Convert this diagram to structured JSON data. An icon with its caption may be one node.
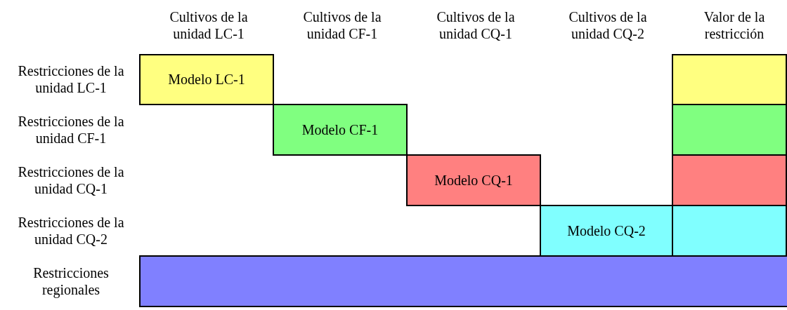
{
  "diagram": {
    "nodes": [
      {
        "text": [
          "Modelo LC-1"
        ]
      },
      {
        "text": [],
        "shape": "box"
      },
      {
        "text": [
          "Modelo CF-1"
        ]
      },
      {
        "text": [],
        "shape": "box"
      },
      {
        "text": [
          "Modelo CQ-1"
        ]
      },
      {
        "text": [],
        "shape": "box"
      },
      {
        "text": [
          "Modelo CQ-2"
        ]
      },
      {
        "text": [],
        "shape": "box"
      },
      {
        "text": [],
        "shape": "bar"
      }
    ],
    "labels": [
      "Cultivos de la unidad LC-1",
      "Cultivos de la unidad CF-1",
      "Cultivos de la unidad CQ-1",
      "Cultivos de la unidad CQ-2",
      "Valor de la restricción",
      "Restricciones de la unidad LC-1",
      "Restricciones de la unidad CF-1",
      "Restricciones de la unidad CQ-1",
      "Restricciones de la unidad CQ-2",
      "Restricciones regionales"
    ]
  }
}
